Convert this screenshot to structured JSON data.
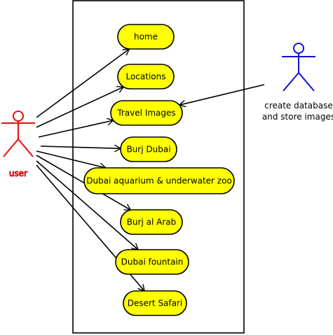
{
  "actors": {
    "user": {
      "label": "user",
      "color": "#e01010"
    },
    "admin": {
      "label_lines": [
        "create database",
        "and store images"
      ],
      "color": "#1010d0"
    }
  },
  "use_cases": [
    {
      "id": "home",
      "label": "home"
    },
    {
      "id": "locations",
      "label": "Locations"
    },
    {
      "id": "travel-images",
      "label": "Travel Images"
    },
    {
      "id": "burj-dubai",
      "label": "Burj Dubai"
    },
    {
      "id": "dubai-aquarium",
      "label": "Dubai aquarium & underwater zoo"
    },
    {
      "id": "burj-al-arab",
      "label": "Burj al Arab"
    },
    {
      "id": "dubai-fountain",
      "label": "Dubai fountain"
    },
    {
      "id": "desert-safari",
      "label": "Desert Safari"
    }
  ],
  "associations": [
    {
      "from": "user",
      "to": "home"
    },
    {
      "from": "user",
      "to": "locations"
    },
    {
      "from": "user",
      "to": "travel-images"
    },
    {
      "from": "user",
      "to": "burj-dubai"
    },
    {
      "from": "user",
      "to": "dubai-aquarium"
    },
    {
      "from": "user",
      "to": "burj-al-arab"
    },
    {
      "from": "user",
      "to": "dubai-fountain"
    },
    {
      "from": "user",
      "to": "desert-safari"
    },
    {
      "from": "admin",
      "to": "travel-images"
    }
  ],
  "colors": {
    "use_case_fill": "#ffff00",
    "use_case_stroke": "#000000",
    "boundary_stroke": "#000000",
    "line": "#000000"
  }
}
